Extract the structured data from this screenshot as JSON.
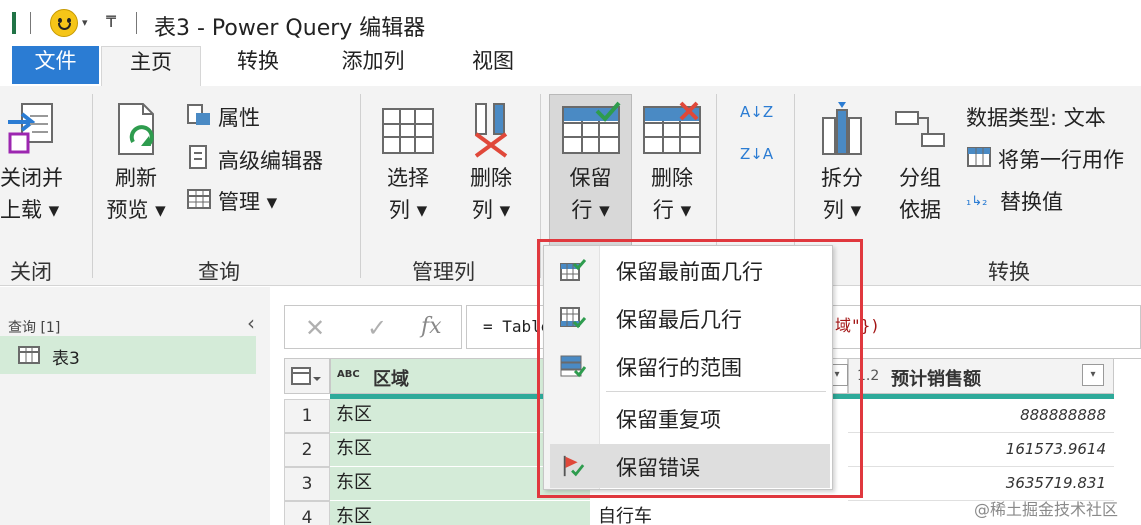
{
  "window": {
    "title": "表3 - Power Query 编辑器",
    "qa_dropdown_glyph": "▾",
    "qa_customize_glyph": "₸"
  },
  "tabs": [
    {
      "label": "文件"
    },
    {
      "label": "主页"
    },
    {
      "label": "转换"
    },
    {
      "label": "添加列"
    },
    {
      "label": "视图"
    }
  ],
  "ribbon": {
    "close": {
      "btn_line1": "关闭并",
      "btn_line2": "上载 ▾",
      "group": "关闭"
    },
    "query": {
      "refresh_line1": "刷新",
      "refresh_line2": "预览 ▾",
      "properties": "属性",
      "advanced_editor": "高级编辑器",
      "manage": "管理 ▾",
      "group": "查询"
    },
    "manage_columns": {
      "choose_line1": "选择",
      "choose_line2": "列 ▾",
      "remove_line1": "删除",
      "remove_line2": "列 ▾",
      "group": "管理列"
    },
    "reduce_rows": {
      "keep_line1": "保留",
      "keep_line2": "行 ▾",
      "remove_line1": "删除",
      "remove_line2": "行 ▾"
    },
    "sort": {
      "asc_glyph": "A↓Z",
      "desc_glyph": "Z↓A"
    },
    "transform": {
      "split_line1": "拆分",
      "split_line2": "列 ▾",
      "group_line1": "分组",
      "group_line2": "依据",
      "data_type": "数据类型: 文本",
      "first_row_header": "将第一行用作",
      "replace_values": "替换值",
      "group": "转换"
    }
  },
  "query_pane": {
    "title": "查询 [1]",
    "collapse_glyph": "‹",
    "items": [
      {
        "label": "表3"
      }
    ]
  },
  "formula_bar": {
    "cancel_glyph": "✕",
    "confirm_glyph": "✓",
    "fx_glyph": "fx",
    "text": "= Table",
    "tail_text": "域\"})"
  },
  "grid": {
    "columns": [
      {
        "type_glyph": "ABC",
        "name": "区域"
      },
      {
        "type_glyph": "1.2",
        "name": "预计销售额"
      }
    ],
    "rows": [
      {
        "num": "1",
        "region": "东区",
        "sales": "888888888"
      },
      {
        "num": "2",
        "region": "东区",
        "sales": "161573.9614"
      },
      {
        "num": "3",
        "region": "东区",
        "sales": "3635719.831"
      },
      {
        "num": "4",
        "region": "东区",
        "mid": "自行车"
      }
    ]
  },
  "keep_rows_menu": {
    "items": [
      {
        "label": "保留最前面几行"
      },
      {
        "label": "保留最后几行"
      },
      {
        "label": "保留行的范围"
      },
      {
        "label": "保留重复项"
      },
      {
        "label": "保留错误"
      }
    ]
  },
  "watermark": "@稀土掘金技术社区",
  "colors": {
    "file_tab": "#2b7cd3",
    "query_selected": "#d4ebd8",
    "highlight_border": "#e0383e",
    "header_accent": "#2eaa9a"
  }
}
